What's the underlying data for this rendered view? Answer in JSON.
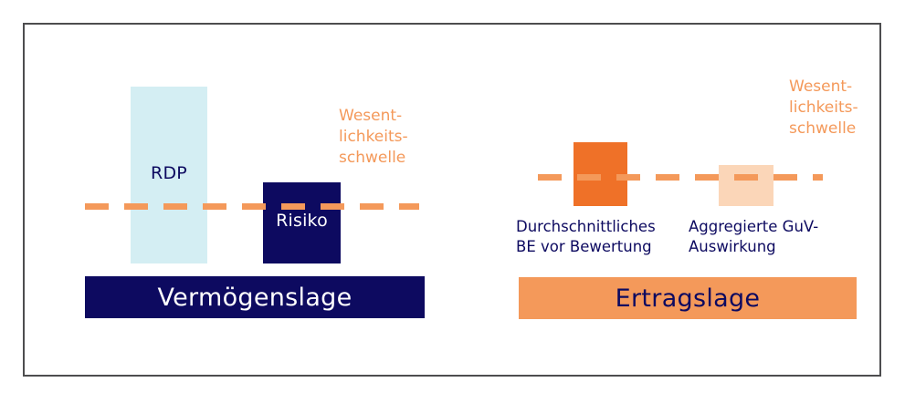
{
  "figure": {
    "background_color": "#ffffff",
    "border_color": "#4d4d4f",
    "colors": {
      "navy": "#0d0a60",
      "light_cyan": "#d4eef3",
      "orange": "#ef7128",
      "light_orange": "#f4995a",
      "pale_orange": "#fbd6b8",
      "white": "#ffffff"
    }
  },
  "left_panel": {
    "category_label": "Vermögenslage",
    "threshold_caption": "Wesent-\nlichkeits-\nschwelle",
    "boxes": [
      {
        "label": "RDP",
        "color": "#d4eef3",
        "text_color": "#0d0a60"
      },
      {
        "label": "Risiko",
        "color": "#0d0a60",
        "text_color": "#ffffff"
      }
    ]
  },
  "right_panel": {
    "category_label": "Ertragslage",
    "threshold_caption": "Wesent-\nlichkeits-\nschwelle",
    "boxes": [
      {
        "label": "Durchschnittliches\nBE vor Bewertung",
        "color": "#ef7128",
        "text_color": "#0d0a60"
      },
      {
        "label": "Aggregierte GuV-\nAuswirkung",
        "color": "#fbd6b8",
        "text_color": "#0d0a60"
      }
    ]
  }
}
